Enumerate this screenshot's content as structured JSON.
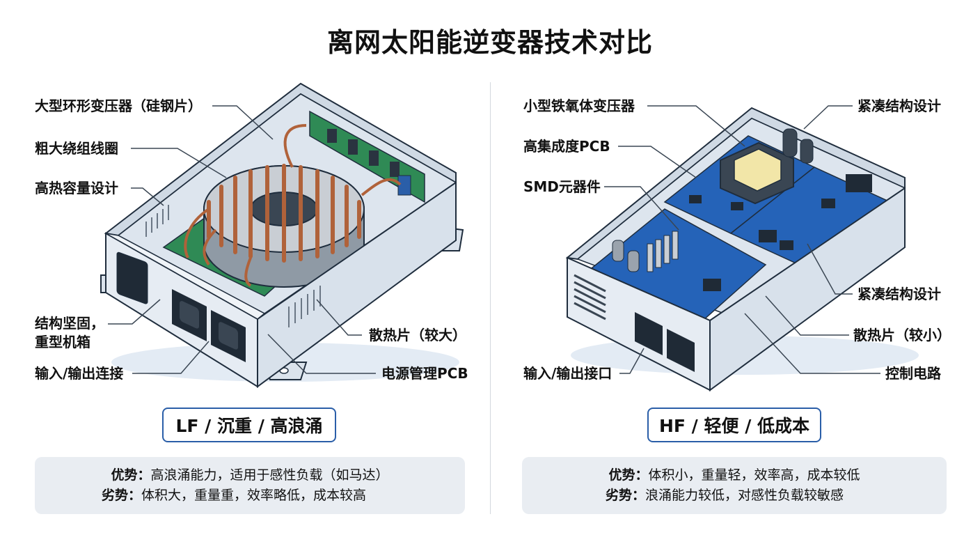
{
  "title": "离网太阳能逆变器技术对比",
  "left": {
    "labels": {
      "transformer": "大型环形变压器（硅钢片）",
      "winding": "粗大绕组线圈",
      "thermal": "高热容量设计",
      "chassis_line1": "结构坚固，",
      "chassis_line2": "重型机箱",
      "io": "输入/输出连接",
      "heatsink": "散热片（较大）",
      "pcb": "电源管理PCB"
    },
    "tag": "LF / 沉重 / 高浪涌",
    "pros_key": "优势：",
    "pros": "高浪涌能力，适用于感性负载（如马达）",
    "cons_key": "劣势：",
    "cons": "体积大，重量重，效率略低，成本较高"
  },
  "right": {
    "labels": {
      "transformer": "小型铁氧体变压器",
      "pcb": "高集成度PCB",
      "smd": "SMD元器件",
      "io": "输入/输出接口",
      "compact_top": "紧凑结构设计",
      "compact_mid": "紧凑结构设计",
      "heatsink": "散热片（较小）",
      "control": "控制电路"
    },
    "tag": "HF / 轻便 / 低成本",
    "pros_key": "优势：",
    "pros": "体积小，重量轻，效率高，成本较低",
    "cons_key": "劣势：",
    "cons": "浪涌能力较低，对感性负载较敏感"
  },
  "colors": {
    "accent": "#2a5ea8",
    "case_fill": "#e6ecf3",
    "case_stroke": "#1f2d3d",
    "copper": "#b0623a",
    "core": "#9ea7b0",
    "pcb_green": "#2f8a55",
    "pcb_blue": "#2563b8",
    "panel": "#e9edf2"
  }
}
